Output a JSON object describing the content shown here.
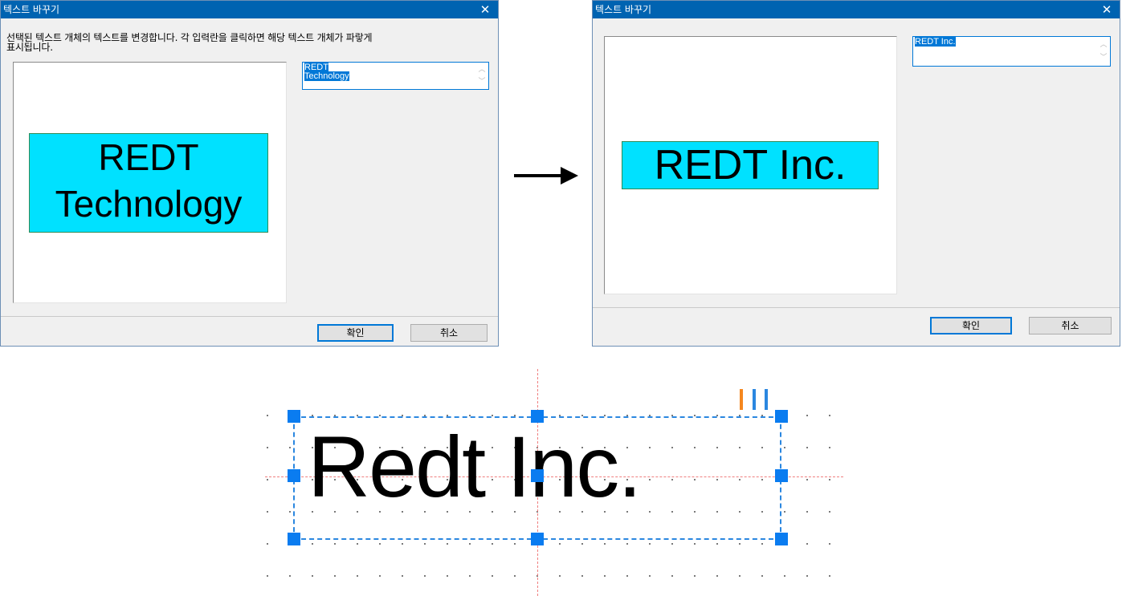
{
  "dialog_before": {
    "title": "텍스트 바꾸기",
    "description_line1": "선택된 텍스트 개체의 텍스트를 변경합니다.  각 입력란을 클릭하면 해당 텍스트 개체가 파랗게",
    "description_line2": "표시됩니다.",
    "preview_text": "REDT\nTechnology",
    "edit_value": "REDT\nTechnology",
    "ok_label": "확인",
    "cancel_label": "취소"
  },
  "arrow": "→",
  "dialog_after": {
    "title": "텍스트 바꾸기",
    "preview_text": "REDT Inc.",
    "edit_value": "REDT Inc.",
    "ok_label": "확인",
    "cancel_label": "취소"
  },
  "canvas": {
    "object_text": "Redt Inc.",
    "colors": {
      "selection": "#2b87e0",
      "guides": "#f08080",
      "tick_orange": "#f5871f",
      "tick_blue": "#2b87e0",
      "preview_fill": "#00e1ff"
    }
  }
}
